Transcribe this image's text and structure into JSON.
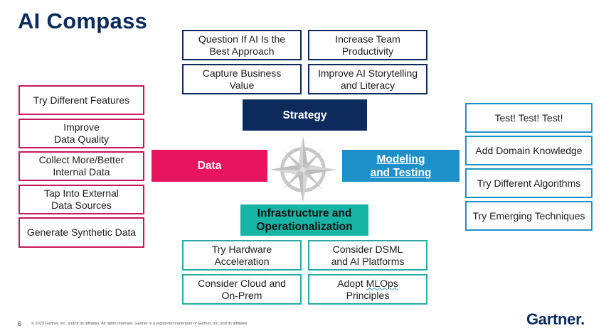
{
  "title": "AI Compass",
  "hubs": {
    "strategy": "Strategy",
    "data": "Data",
    "modeling": "Modeling\nand Testing",
    "infrastructure": "Infrastructure and\nOperationalization"
  },
  "strategy_items": [
    "Question If AI Is the\nBest Approach",
    "Increase Team\nProductivity",
    "Capture Business\nValue",
    "Improve AI Storytelling\nand Literacy"
  ],
  "data_items": [
    "Try Different Features",
    "Improve\nData Quality",
    "Collect More/Better\nInternal Data",
    "Tap Into External\nData Sources",
    "Generate Synthetic Data"
  ],
  "modeling_items": [
    "Test! Test! Test!",
    "Add Domain Knowledge",
    "Try Different Algorithms",
    "Try Emerging Techniques"
  ],
  "infra_items": [
    "Try Hardware\nAcceleration",
    "Consider DSML\nand AI Platforms",
    "Consider Cloud and\nOn-Prem"
  ],
  "infra_adopt": {
    "line1_prefix": "Adopt ",
    "line1_word": "MLOps",
    "line2": "Principles"
  },
  "footer": {
    "page_number": "6",
    "copyright": "© 2023 Gartner, Inc. and/or its affiliates. All rights reserved. Gartner is a registered trademark of Gartner, Inc. and its affiliates."
  },
  "logo": {
    "text": "Gartner",
    "dot": "."
  },
  "colors": {
    "navy": "#0c2a5c",
    "pink": "#e8155e",
    "teal": "#17b3a3",
    "blue": "#1e90c8"
  },
  "icons": [
    "compass-rose-icon"
  ]
}
